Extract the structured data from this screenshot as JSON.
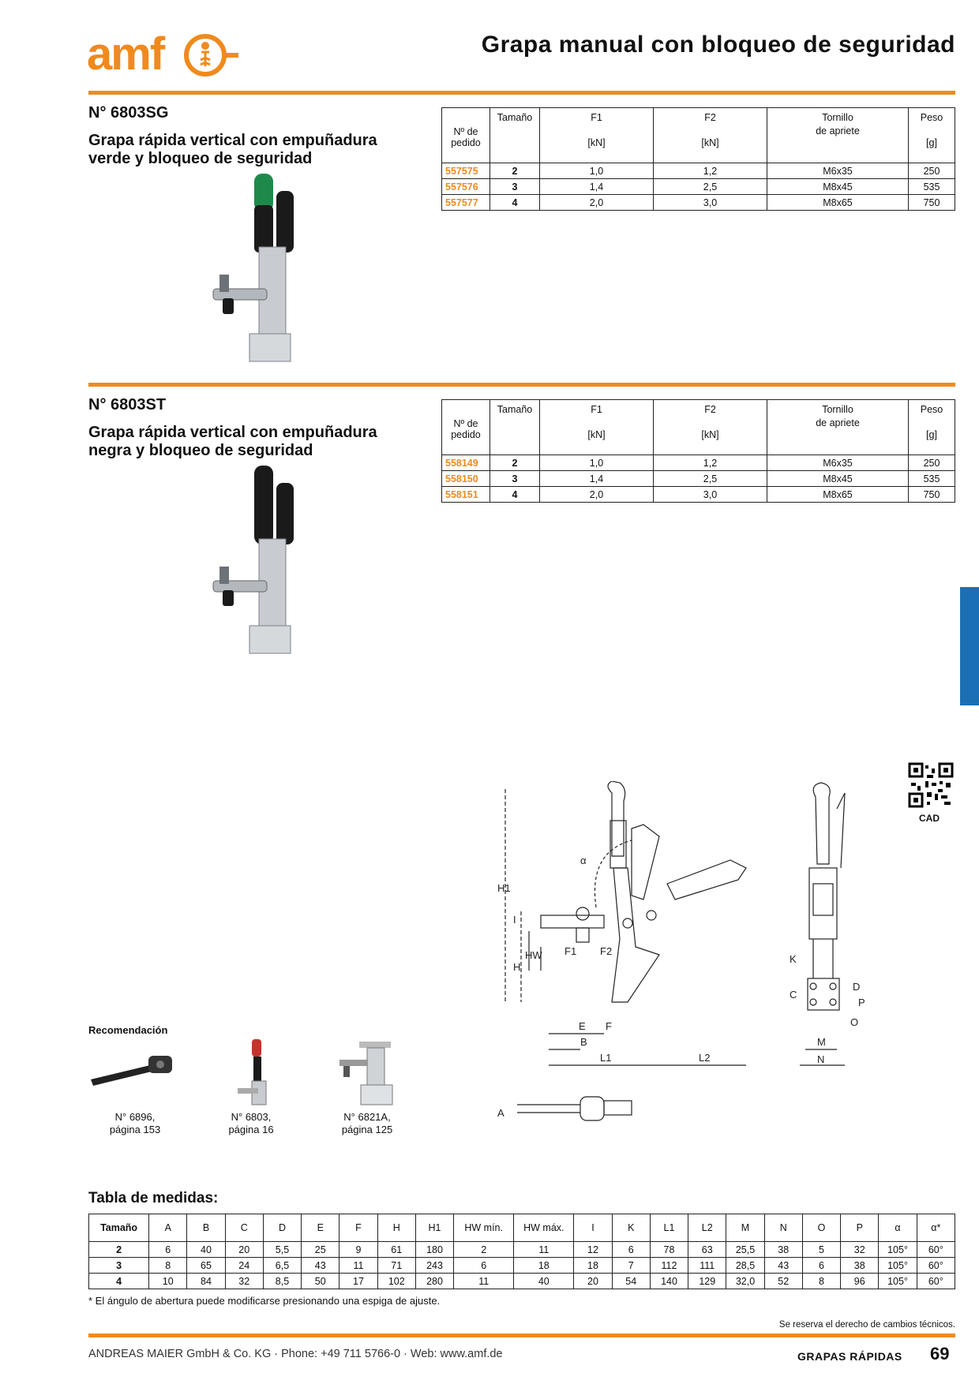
{
  "header": {
    "logo": "amf",
    "title": "Grapa manual con bloqueo de seguridad"
  },
  "products": [
    {
      "number": "N° 6803SG",
      "description": "Grapa rápida vertical con empuñadura verde y bloqueo de seguridad",
      "handle_color": "#1e8a4a",
      "table": {
        "headers": {
          "order": "Nº de pedido",
          "size": "Tamaño",
          "f1": "F1",
          "f1_unit": "[kN]",
          "f2": "F2",
          "f2_unit": "[kN]",
          "screw": "Tornillo",
          "screw2": "de apriete",
          "weight": "Peso",
          "weight_unit": "[g]"
        },
        "rows": [
          {
            "order": "557575",
            "size": "2",
            "f1": "1,0",
            "f2": "1,2",
            "screw": "M6x35",
            "weight": "250"
          },
          {
            "order": "557576",
            "size": "3",
            "f1": "1,4",
            "f2": "2,5",
            "screw": "M8x45",
            "weight": "535"
          },
          {
            "order": "557577",
            "size": "4",
            "f1": "2,0",
            "f2": "3,0",
            "screw": "M8x65",
            "weight": "750"
          }
        ]
      }
    },
    {
      "number": "N° 6803ST",
      "description": "Grapa rápida vertical con empuñadura negra y bloqueo de seguridad",
      "handle_color": "#1a1a1a",
      "table": {
        "headers": {
          "order": "Nº de pedido",
          "size": "Tamaño",
          "f1": "F1",
          "f1_unit": "[kN]",
          "f2": "F2",
          "f2_unit": "[kN]",
          "screw": "Tornillo",
          "screw2": "de apriete",
          "weight": "Peso",
          "weight_unit": "[g]"
        },
        "rows": [
          {
            "order": "558149",
            "size": "2",
            "f1": "1,0",
            "f2": "1,2",
            "screw": "M6x35",
            "weight": "250"
          },
          {
            "order": "558150",
            "size": "3",
            "f1": "1,4",
            "f2": "2,5",
            "screw": "M8x45",
            "weight": "535"
          },
          {
            "order": "558151",
            "size": "4",
            "f1": "2,0",
            "f2": "3,0",
            "screw": "M8x65",
            "weight": "750"
          }
        ]
      }
    }
  ],
  "cad_label": "CAD",
  "drawing_labels": {
    "h1": "H1",
    "i": "I",
    "hw": "HW",
    "h": "H",
    "f1": "F1",
    "f2": "F2",
    "alpha": "α",
    "e": "E",
    "f": "F",
    "b": "B",
    "l1": "L1",
    "l2": "L2",
    "k": "K",
    "c": "C",
    "d": "D",
    "p": "P",
    "o": "O",
    "m": "M",
    "n": "N",
    "a": "A"
  },
  "recommendation": {
    "title": "Recomendación",
    "items": [
      {
        "line1": "N° 6896,",
        "line2": "página 153"
      },
      {
        "line1": "N° 6803,",
        "line2": "página 16"
      },
      {
        "line1": "N° 6821A,",
        "line2": "página 125"
      }
    ]
  },
  "dimensions": {
    "title": "Tabla de medidas:",
    "headers": [
      "Tamaño",
      "A",
      "B",
      "C",
      "D",
      "E",
      "F",
      "H",
      "H1",
      "HW mín.",
      "HW máx.",
      "I",
      "K",
      "L1",
      "L2",
      "M",
      "N",
      "O",
      "P",
      "α",
      "α*"
    ],
    "rows": [
      [
        "2",
        "6",
        "40",
        "20",
        "5,5",
        "25",
        "9",
        "61",
        "180",
        "2",
        "11",
        "12",
        "6",
        "78",
        "63",
        "25,5",
        "38",
        "5",
        "32",
        "105°",
        "60°"
      ],
      [
        "3",
        "8",
        "65",
        "24",
        "6,5",
        "43",
        "11",
        "71",
        "243",
        "6",
        "18",
        "18",
        "7",
        "112",
        "111",
        "28,5",
        "43",
        "6",
        "38",
        "105°",
        "60°"
      ],
      [
        "4",
        "10",
        "84",
        "32",
        "8,5",
        "50",
        "17",
        "102",
        "280",
        "11",
        "40",
        "20",
        "54",
        "140",
        "129",
        "32,0",
        "52",
        "8",
        "96",
        "105°",
        "60°"
      ]
    ],
    "footnote": "* El ángulo de abertura puede modificarse presionando una espiga de ajuste."
  },
  "disclaimer": "Se reserva el derecho de cambios técnicos.",
  "footer": {
    "company": "ANDREAS MAIER GmbH & Co. KG · Phone: +49 711 5766-0 · Web: www.amf.de",
    "section": "GRAPAS RÁPIDAS",
    "page": "69"
  },
  "colors": {
    "accent": "#f08a1c",
    "tab": "#1a6fb5"
  }
}
